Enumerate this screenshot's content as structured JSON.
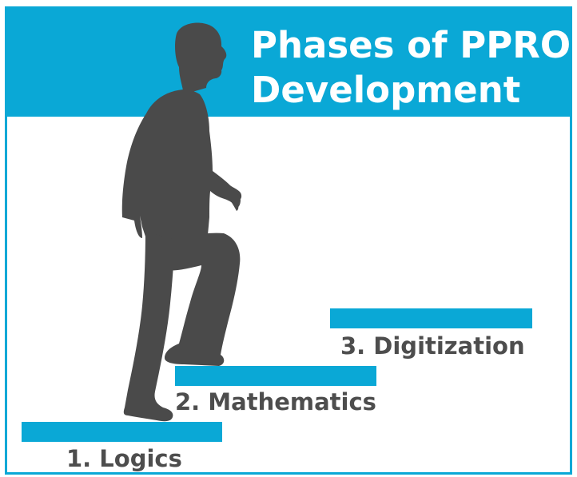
{
  "title": {
    "line1": "Phases of PPROI",
    "line2": "Development"
  },
  "steps": [
    {
      "label": "1. Logics"
    },
    {
      "label": "2. Mathematics"
    },
    {
      "label": "3. Digitization"
    }
  ],
  "colors": {
    "accent": "#0aa8d6",
    "silhouette": "#4a4a4a",
    "label_text": "#4d4d4d",
    "title_text": "#ffffff"
  },
  "icons": {
    "figure": "climbing-man-silhouette-icon"
  }
}
